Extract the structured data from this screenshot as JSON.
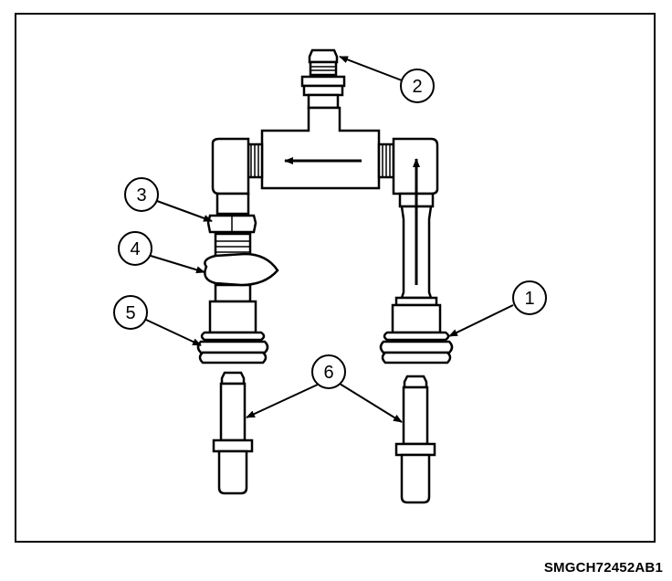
{
  "figure": {
    "callouts": [
      {
        "id": "1",
        "label": "1"
      },
      {
        "id": "2",
        "label": "2"
      },
      {
        "id": "3",
        "label": "3"
      },
      {
        "id": "4",
        "label": "4"
      },
      {
        "id": "5",
        "label": "5"
      },
      {
        "id": "6",
        "label": "6"
      }
    ],
    "caption": "SMGCH72452AB1"
  }
}
